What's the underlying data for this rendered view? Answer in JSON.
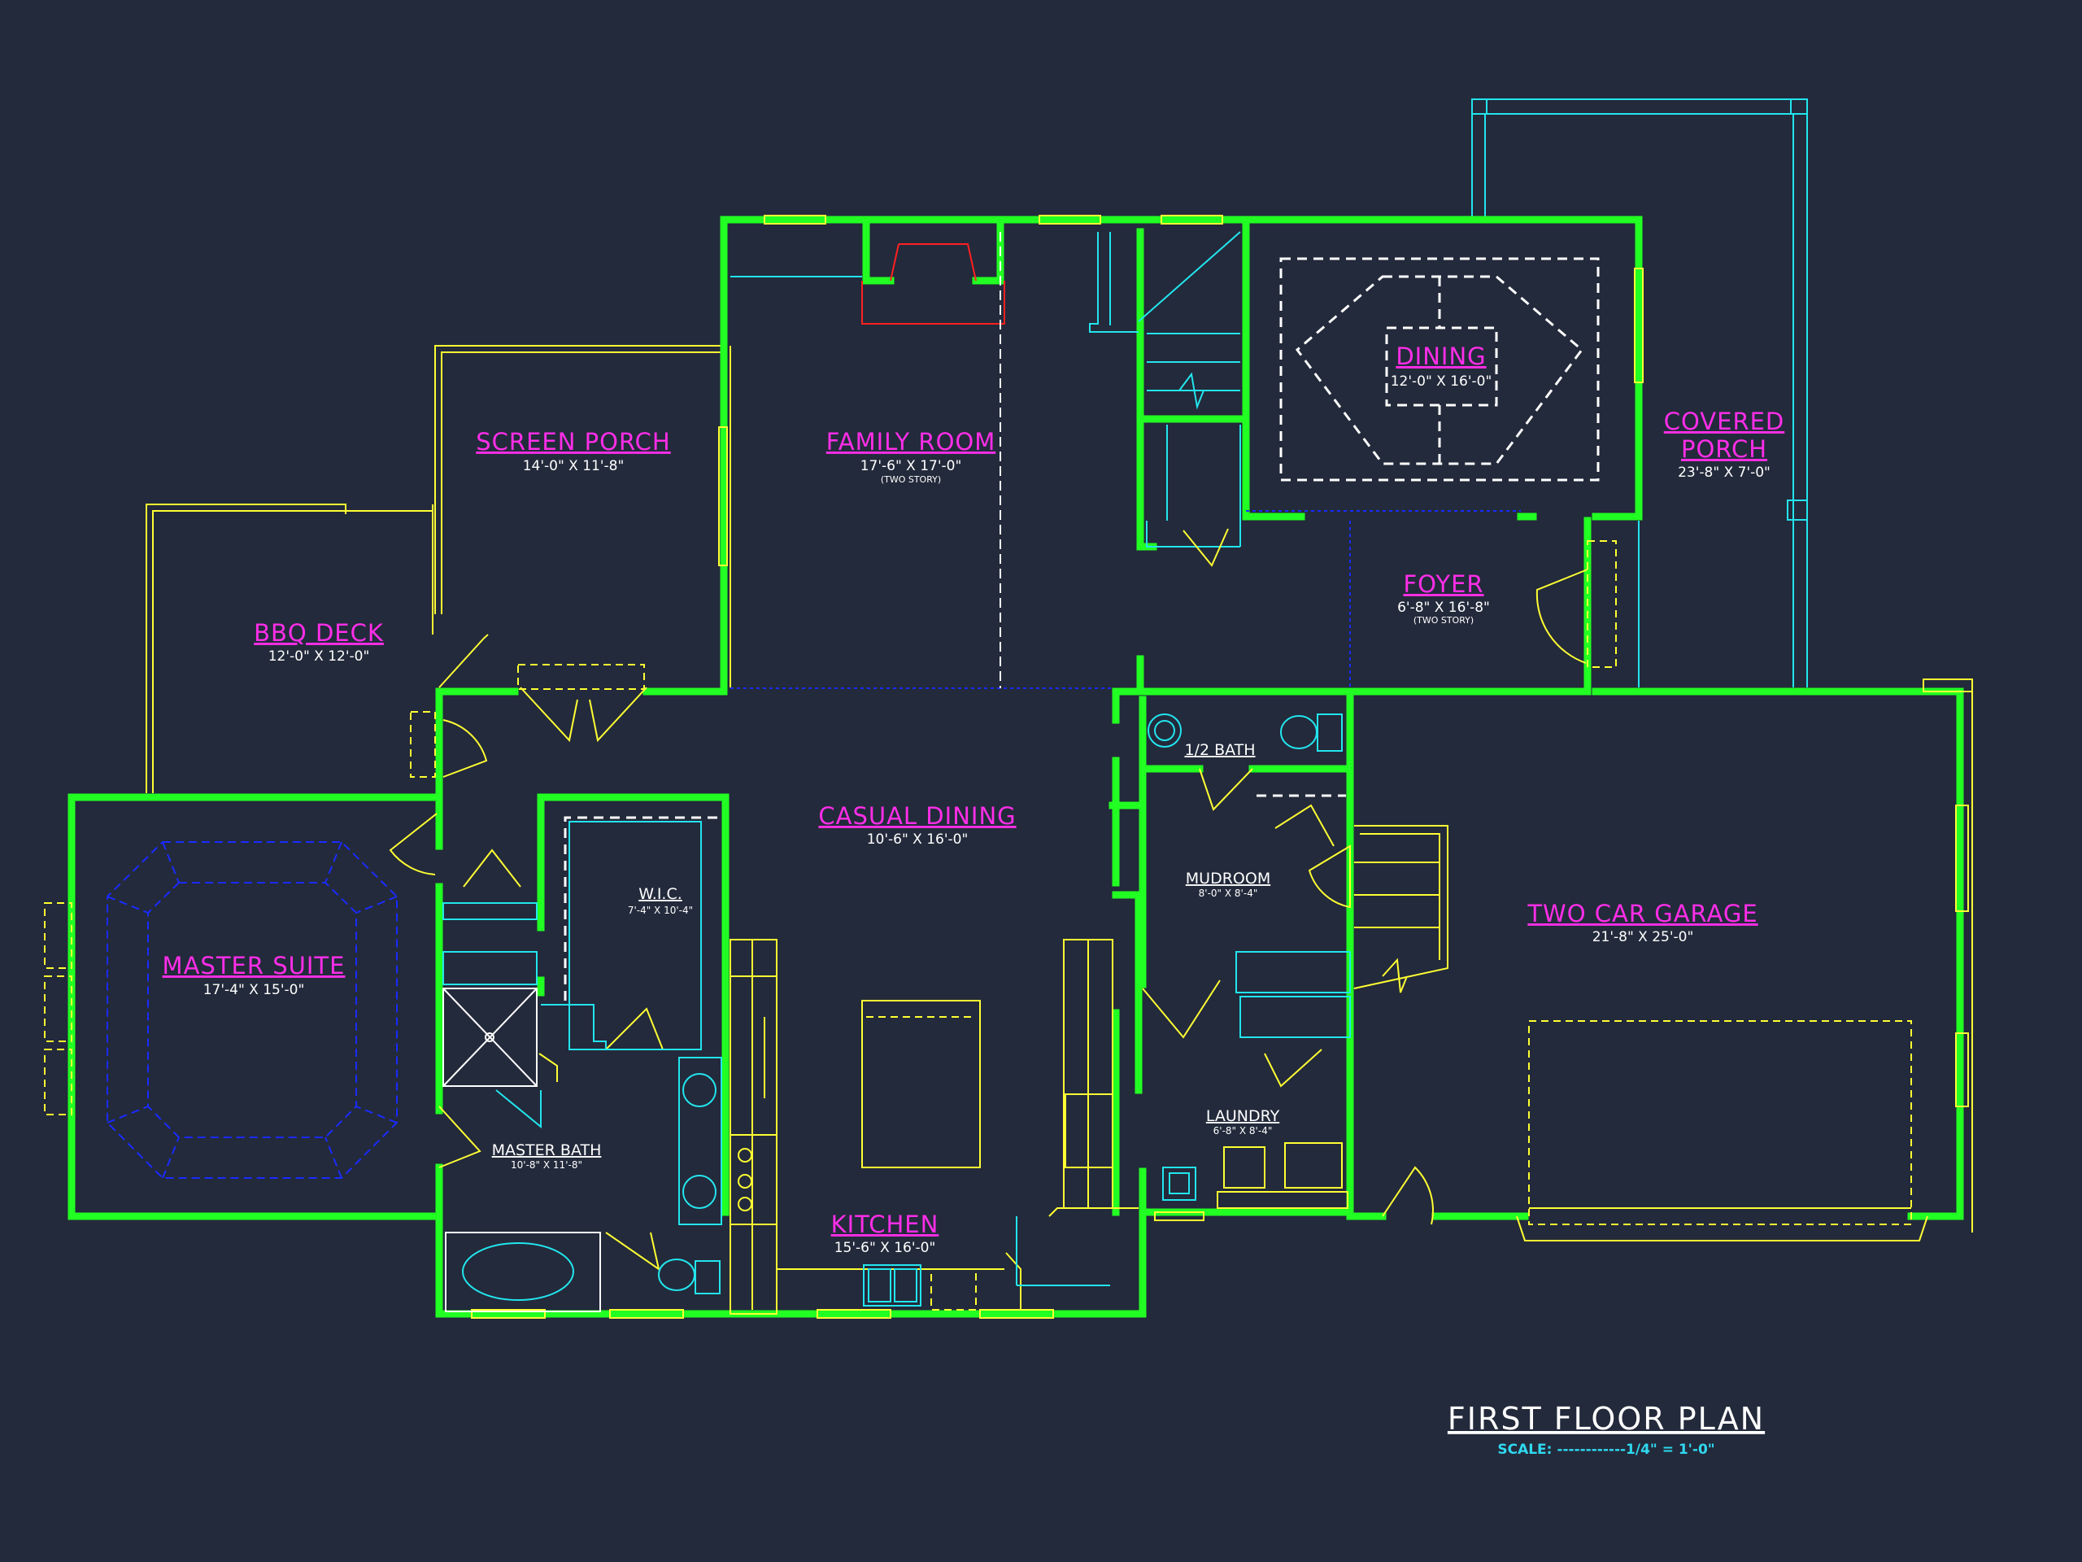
{
  "rooms": {
    "screen_porch": {
      "name": "SCREEN PORCH",
      "dims": "14'-0\" X 11'-8\""
    },
    "family_room": {
      "name": "FAMILY ROOM",
      "dims": "17'-6\" X 17'-0\"",
      "note": "(TWO STORY)"
    },
    "dining": {
      "name": "DINING",
      "dims": "12'-0\" X 16'-0\""
    },
    "covered_porch": {
      "name_line1": "COVERED",
      "name_line2": "PORCH",
      "dims": "23'-8\" X 7'-0\""
    },
    "bbq_deck": {
      "name": "BBQ DECK",
      "dims": "12'-0\" X 12'-0\""
    },
    "foyer": {
      "name": "FOYER",
      "dims": "6'-8\" X 16'-8\"",
      "note": "(TWO STORY)"
    },
    "half_bath": {
      "name": "1/2 BATH"
    },
    "casual_dining": {
      "name": "CASUAL DINING",
      "dims": "10'-6\" X 16'-0\""
    },
    "master_suite": {
      "name": "MASTER SUITE",
      "dims": "17'-4\" X 15'-0\""
    },
    "wic": {
      "name": "W.I.C.",
      "dims": "7'-4\" X 10'-4\""
    },
    "mudroom": {
      "name": "MUDROOM",
      "dims": "8'-0\" X 8'-4\""
    },
    "two_car_garage": {
      "name": "TWO CAR GARAGE",
      "dims": "21'-8\" X 25'-0\""
    },
    "laundry": {
      "name": "LAUNDRY",
      "dims": "6'-8\" X 8'-4\""
    },
    "master_bath": {
      "name": "MASTER BATH",
      "dims": "10'-8\" X 11'-8\""
    },
    "kitchen": {
      "name": "KITCHEN",
      "dims": "15'-6\" X 16'-0\""
    }
  },
  "title": {
    "text": "FIRST FLOOR PLAN",
    "scale": "SCALE: ------------1/4\" = 1'-0\""
  },
  "colors": {
    "background": "#232a3b",
    "walls": "#22ff22",
    "room_labels": "#ff2ee8",
    "fixtures": "#ffff33",
    "accent": "#22e5ee"
  }
}
